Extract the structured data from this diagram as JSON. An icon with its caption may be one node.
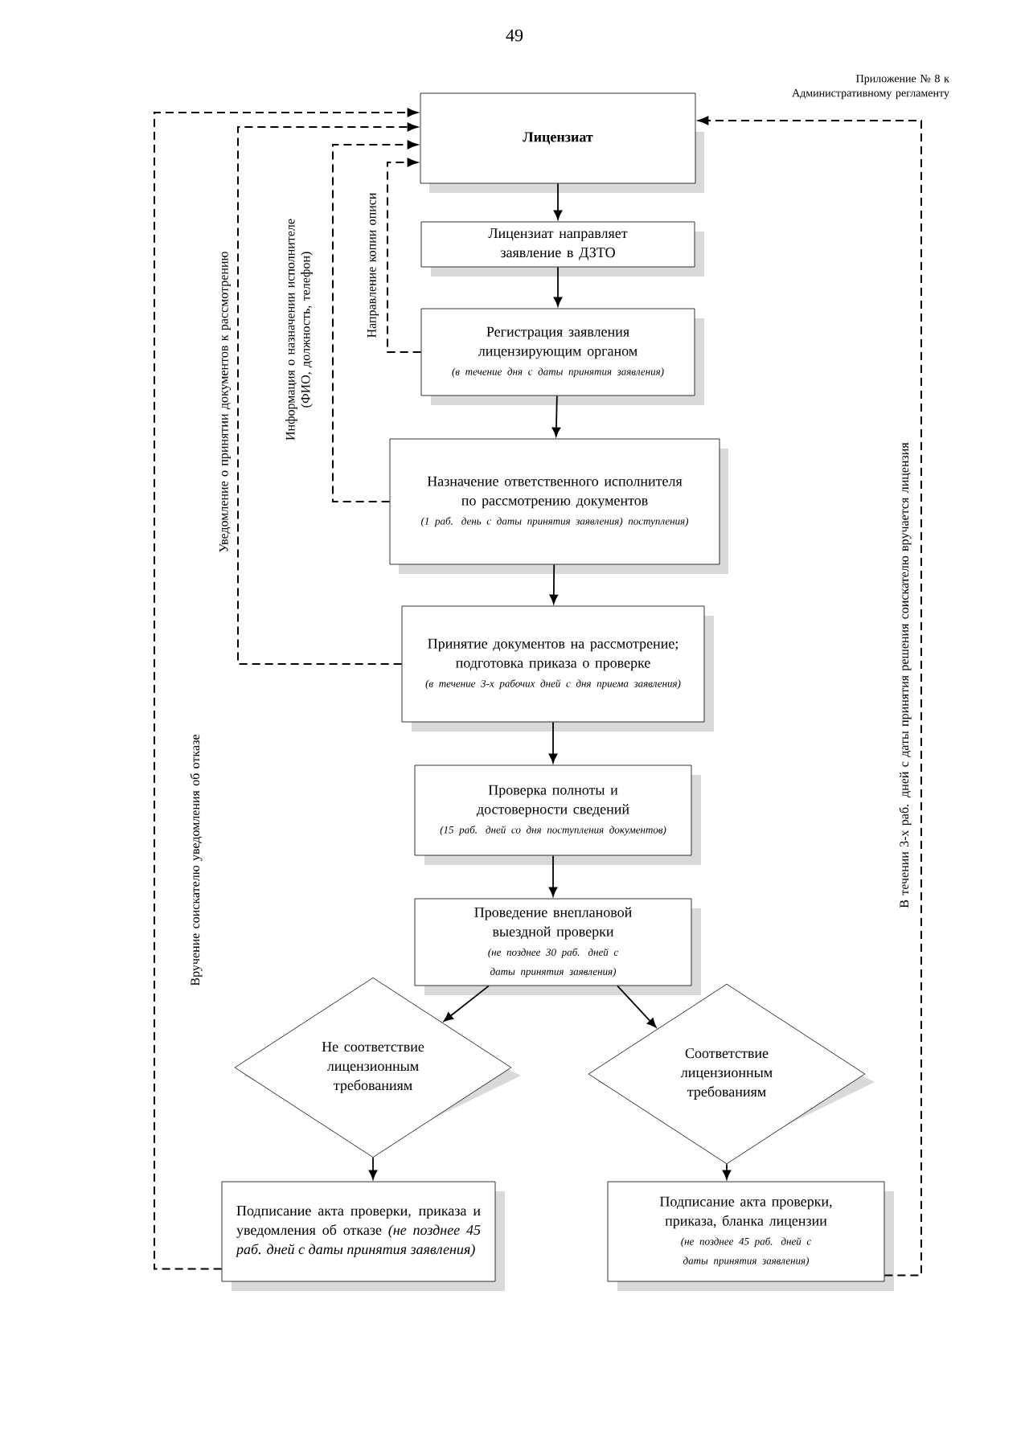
{
  "diagram": {
    "nodes": [
      {
        "text": [
          "Лицензиат"
        ]
      },
      {
        "text": [
          "Лицензиат направляет заявление в ДЗТО"
        ]
      },
      {
        "text": [
          "Регистрация заявления лицензирующим органом",
          "(в течение дня с даты принятия заявления)"
        ]
      },
      {
        "text": [
          "Назначение ответственного исполнителя по рассмотрению документов",
          "(1 раб. день с даты принятия заявления) поступления)"
        ]
      },
      {
        "text": [
          "Принятие документов на рассмотрение; подготовка приказа о проверке",
          "(в течение 3-х рабочих дней с дня приема заявления)"
        ]
      },
      {
        "text": [
          "Проверка полноты и достоверности сведений",
          "(15 раб. дней со дня поступления документов)"
        ]
      },
      {
        "text": [
          "Проведение внеплановой выездной проверки",
          "(не позднее 30 раб. дней с даты принятия заявления)"
        ]
      },
      {
        "text": [
          "Не соответствие лицензионным требованиям"
        ]
      },
      {
        "text": [
          "Соответствие лицензионным требованиям"
        ]
      },
      {
        "text": [
          "Подписание акта проверки, приказа и уведомления об отказе *(не позднее 45 раб. дней с даты принятия заявления)*"
        ]
      },
      {
        "text": [
          "Подписание акта проверки, приказа, бланка лицензии",
          "(не позднее 45 раб. дней с даты принятия заявления)"
        ]
      }
    ],
    "edges": [
      {
        "from": 0,
        "to": 1,
        "arrow": "to"
      },
      {
        "from": 1,
        "to": 2,
        "arrow": "to"
      },
      {
        "from": 2,
        "to": 3,
        "arrow": "to"
      },
      {
        "from": 3,
        "to": 4,
        "arrow": "to"
      },
      {
        "from": 4,
        "to": 5,
        "arrow": "to"
      },
      {
        "from": 5,
        "to": 6,
        "arrow": "to"
      },
      {
        "from": 6,
        "to": 7,
        "arrow": "to"
      },
      {
        "from": 6,
        "to": 8,
        "arrow": "to"
      },
      {
        "from": 7,
        "to": 9,
        "arrow": "to"
      },
      {
        "from": 8,
        "to": 10,
        "arrow": "to"
      },
      {
        "from": 2,
        "to": 0,
        "arrow": "to",
        "style": "dashed",
        "label": "Направление копии описи"
      },
      {
        "from": 3,
        "to": 0,
        "arrow": "to",
        "style": "dashed",
        "label": "Информация о назначении исполнителе (ФИО, должность, телефон)"
      },
      {
        "from": 4,
        "to": 0,
        "arrow": "to",
        "style": "dashed",
        "label": "Уведомление о принятии документов к рассмотрению"
      },
      {
        "from": 9,
        "to": 0,
        "arrow": "to",
        "style": "dashed",
        "label": "Вручение соискателю уведомления об отказе"
      },
      {
        "from": 10,
        "to": 0,
        "arrow": "to",
        "style": "dashed",
        "label": "В течении 3-х раб. дней с даты принятия решения соискателю вручается лицензия"
      }
    ],
    "labels": [
      "49",
      "Приложение № 8 к Административному регламенту"
    ]
  }
}
